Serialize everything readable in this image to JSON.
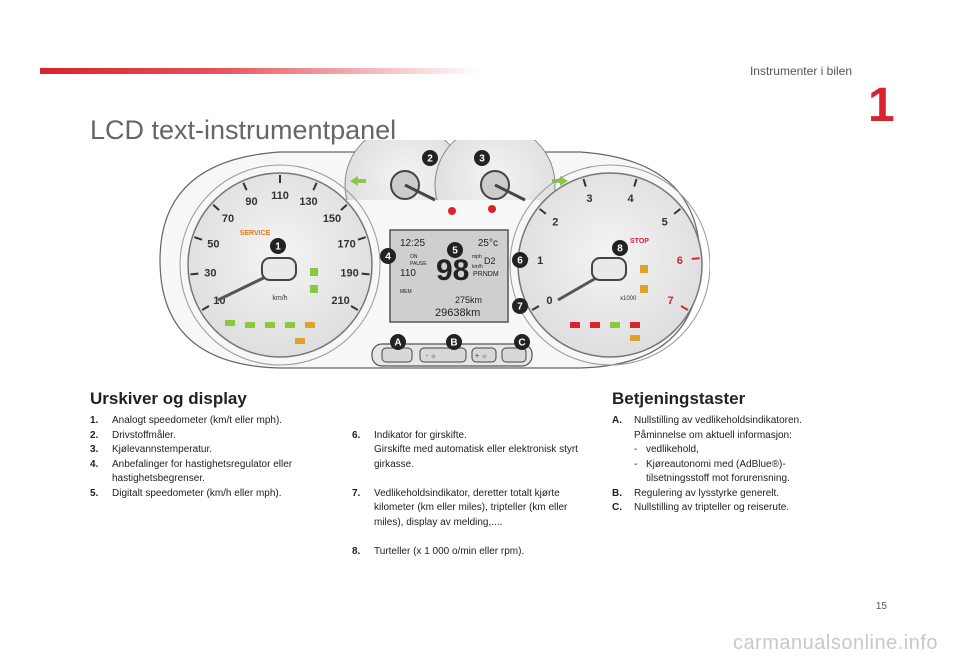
{
  "header": {
    "section": "Instrumenter i bilen",
    "chapter": "1",
    "title": "LCD text-instrumentpanel"
  },
  "cluster": {
    "lcd": {
      "time": "12:25",
      "temp": "25°c",
      "speed": "98",
      "speed_unit_top": "mph",
      "speed_unit_bottom": "km/h",
      "limit": "110",
      "on": "ON",
      "pause": "PAUSE",
      "gear": "D2",
      "gears": "PRNDM",
      "mem": "MEM",
      "trip": "275km",
      "odometer": "29638km"
    },
    "speedo_unit": "km/h",
    "speedo_label": "SERVICE",
    "tacho_stop": "STOP",
    "tacho_unit": "x1000",
    "markers": [
      "1",
      "2",
      "3",
      "4",
      "5",
      "6",
      "7",
      "8"
    ],
    "buttons": [
      "A",
      "B",
      "C"
    ],
    "btn_minus": "- ☼",
    "btn_plus": "+ ☼",
    "speedo_ticks": [
      "10",
      "30",
      "50",
      "70",
      "90",
      "110",
      "130",
      "150",
      "170",
      "190",
      "210"
    ],
    "tacho_ticks": [
      "0",
      "1",
      "2",
      "3",
      "4",
      "5",
      "6",
      "7"
    ]
  },
  "left": {
    "heading": "Urskiver og display",
    "items": [
      {
        "key": "1.",
        "text": "Analogt speedometer (km/t eller mph)."
      },
      {
        "key": "2.",
        "text": "Drivstoffmåler."
      },
      {
        "key": "3.",
        "text": "Kjølevannstemperatur."
      },
      {
        "key": "4.",
        "text": "Anbefalinger for hastighetsregulator eller hastighetsbegrenser."
      },
      {
        "key": "5.",
        "text": "Digitalt speedometer (km/h eller mph)."
      }
    ]
  },
  "middle": {
    "items": [
      {
        "key": "6.",
        "text": "Indikator for girskifte.\nGirskifte med automatisk eller elektronisk styrt girkasse."
      },
      {
        "key": "7.",
        "text": "Vedlikeholdsindikator, deretter totalt kjørte kilometer (km eller miles), tripteller (km eller miles), display av melding,...."
      },
      {
        "key": "8.",
        "text": "Turteller (x 1 000 o/min eller rpm)."
      }
    ]
  },
  "right": {
    "heading": "Betjeningstaster",
    "a_key": "A.",
    "a_text": "Nullstilling av vedlikehold­sindikatoren. Påminnelse om aktuell informasjon:",
    "a_sub1": "vedlikehold,",
    "a_sub2": "Kjøreautonomi med (AdBlue®)-tilsetningsstoff mot forurensning.",
    "b_key": "B.",
    "b_text": "Regulering av lysstyrke generelt.",
    "c_key": "C.",
    "c_text": "Nullstilling av tripteller og reiserute."
  },
  "footer": {
    "page": "15",
    "watermark": "carmanualsonline.info"
  }
}
